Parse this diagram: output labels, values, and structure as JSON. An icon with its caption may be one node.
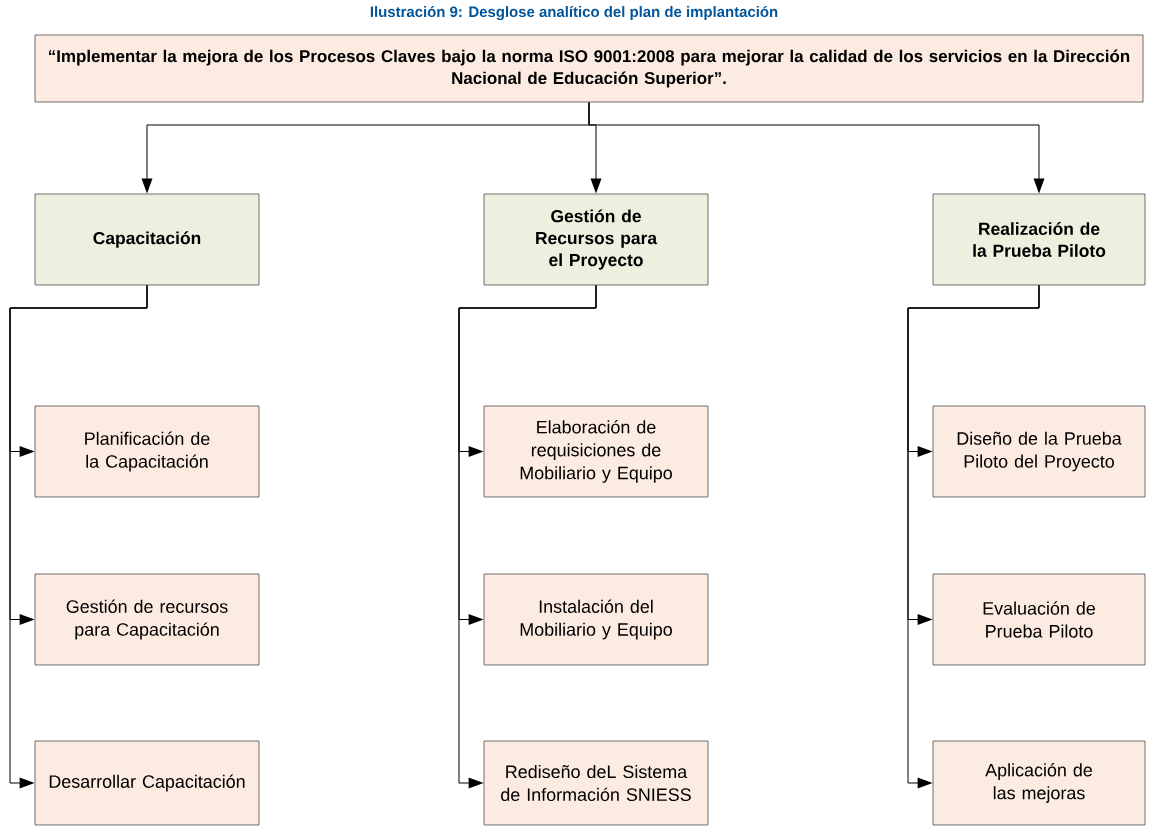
{
  "diagram": {
    "title": "Ilustración 9: Desglose analítico del plan de implantación",
    "nodes": [
      {
        "text": [
          "“Implementar la mejora  de los Procesos Claves bajo la norma ISO 9001:2008 para mejorar la calidad de los servicios en la Dirección Nacional  de Educación Superior”."
        ]
      },
      {
        "text": [
          "Capacitación"
        ]
      },
      {
        "text": [
          "Gestión de Recursos para el Proyecto"
        ]
      },
      {
        "text": [
          "Realización de la Prueba Piloto"
        ]
      },
      {
        "text": [
          "Planificación de la Capacitación"
        ]
      },
      {
        "text": [
          "Gestión de recursos para Capacitación"
        ]
      },
      {
        "text": [
          "Desarrollar Capacitación"
        ]
      },
      {
        "text": [
          "Elaboración de requisiciones de Mobiliario y Equipo"
        ]
      },
      {
        "text": [
          "Instalación del Mobiliario y Equipo"
        ]
      },
      {
        "text": [
          "Rediseño deL Sistema de Información SNIESS"
        ]
      },
      {
        "text": [
          "Diseño de la Prueba Piloto del Proyecto"
        ]
      },
      {
        "text": [
          "Evaluación de Prueba Piloto"
        ]
      },
      {
        "text": [
          "Aplicación de las mejoras"
        ]
      }
    ],
    "edges": [
      {
        "from": 0,
        "to": 1,
        "arrow": "to"
      },
      {
        "from": 0,
        "to": 2,
        "arrow": "to"
      },
      {
        "from": 0,
        "to": 3,
        "arrow": "to"
      },
      {
        "from": 1,
        "to": 4,
        "arrow": "to"
      },
      {
        "from": 1,
        "to": 5,
        "arrow": "to"
      },
      {
        "from": 1,
        "to": 6,
        "arrow": "to"
      },
      {
        "from": 2,
        "to": 7,
        "arrow": "to"
      },
      {
        "from": 2,
        "to": 8,
        "arrow": "to"
      },
      {
        "from": 2,
        "to": 9,
        "arrow": "to"
      },
      {
        "from": 3,
        "to": 10,
        "arrow": "to"
      },
      {
        "from": 3,
        "to": 11,
        "arrow": "to"
      },
      {
        "from": 3,
        "to": 12,
        "arrow": "to"
      }
    ]
  }
}
